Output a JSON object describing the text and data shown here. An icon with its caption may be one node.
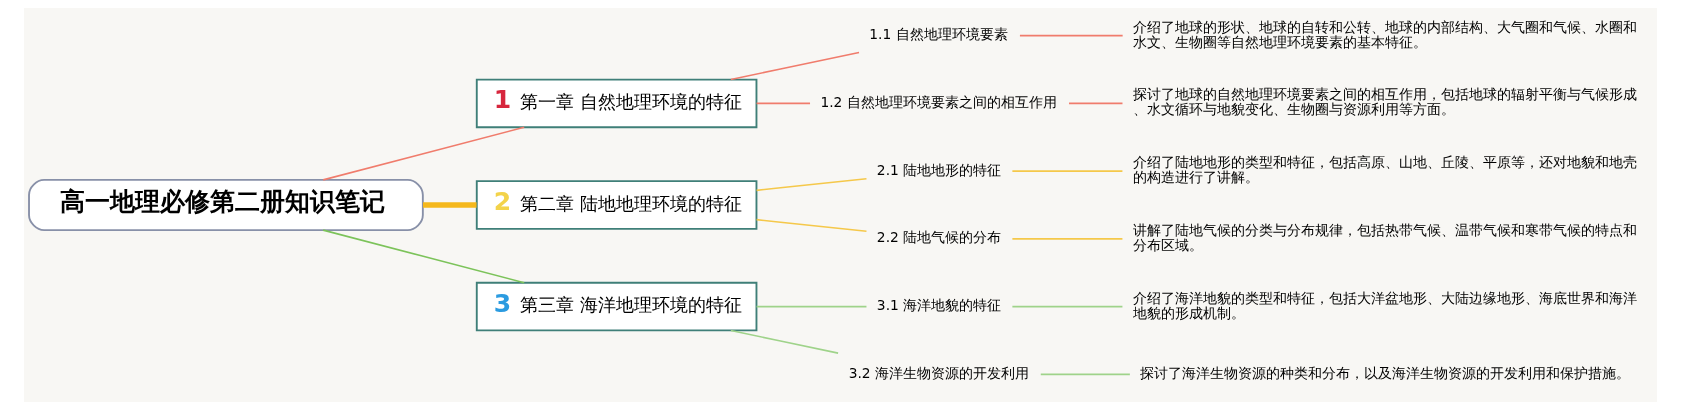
{
  "diagram": {
    "nodes": [
      {
        "text": [
          "高一地理必修第二册知识笔记"
        ]
      },
      {
        "text": [
          "1",
          "第一章 自然地理环境的特征"
        ]
      },
      {
        "text": [
          "1.1 自然地理环境要素"
        ]
      },
      {
        "text": [
          "介绍了地球的形状、地球的自转和公转、地球的内部结构、大气圈和气候、水圈和水文、生物圈等自然地理环境要素的基本特征。"
        ]
      },
      {
        "text": [
          "1.2 自然地理环境要素之间的相互作用"
        ]
      },
      {
        "text": [
          "探讨了地球的自然地理环境要素之间的相互作用，包括地球的辐射平衡与气候形成、水文循环与地貌变化、生物圈与资源利用等方面。"
        ]
      },
      {
        "text": [
          "2",
          "第二章 陆地地理环境的特征"
        ]
      },
      {
        "text": [
          "2.1 陆地地形的特征"
        ]
      },
      {
        "text": [
          "介绍了陆地地形的类型和特征，包括高原、山地、丘陵、平原等，还对地貌和地壳的构造进行了讲解。"
        ]
      },
      {
        "text": [
          "2.2 陆地气候的分布"
        ]
      },
      {
        "text": [
          "讲解了陆地气候的分类与分布规律，包括热带气候、温带气候和寒带气候的特点和分布区域。"
        ]
      },
      {
        "text": [
          "3",
          "第三章 海洋地理环境的特征"
        ]
      },
      {
        "text": [
          "3.1 海洋地貌的特征"
        ]
      },
      {
        "text": [
          "介绍了海洋地貌的类型和特征，包括大洋盆地形、大陆边缘地形、海底世界和海洋地貌的形成机制。"
        ]
      },
      {
        "text": [
          "3.2 海洋生物资源的开发利用"
        ]
      },
      {
        "text": [
          "探讨了海洋生物资源的种类和分布，以及海洋生物资源的开发利用和保护措施。"
        ]
      }
    ],
    "edges": [
      {
        "from": 0,
        "to": 1,
        "arrow": "none",
        "color": "#f07c6c"
      },
      {
        "from": 1,
        "to": 2,
        "arrow": "none",
        "color": "#f07c6c"
      },
      {
        "from": 2,
        "to": 3,
        "arrow": "none",
        "color": "#f07c6c"
      },
      {
        "from": 1,
        "to": 4,
        "arrow": "none",
        "color": "#f07c6c"
      },
      {
        "from": 4,
        "to": 5,
        "arrow": "none",
        "color": "#f07c6c"
      },
      {
        "from": 0,
        "to": 6,
        "arrow": "none",
        "style": "thick",
        "color": "#f5b81c"
      },
      {
        "from": 6,
        "to": 7,
        "arrow": "none",
        "color": "#f5c84a"
      },
      {
        "from": 7,
        "to": 8,
        "arrow": "none",
        "color": "#f5c84a"
      },
      {
        "from": 6,
        "to": 9,
        "arrow": "none",
        "color": "#f5c84a"
      },
      {
        "from": 9,
        "to": 10,
        "arrow": "none",
        "color": "#f5c84a"
      },
      {
        "from": 0,
        "to": 11,
        "arrow": "none",
        "color": "#7cc35a"
      },
      {
        "from": 11,
        "to": 12,
        "arrow": "none",
        "color": "#9fd38a"
      },
      {
        "from": 12,
        "to": 13,
        "arrow": "none",
        "color": "#9fd38a"
      },
      {
        "from": 11,
        "to": 14,
        "arrow": "none",
        "color": "#9fd38a"
      },
      {
        "from": 14,
        "to": 15,
        "arrow": "none",
        "color": "#9fd38a"
      }
    ]
  }
}
